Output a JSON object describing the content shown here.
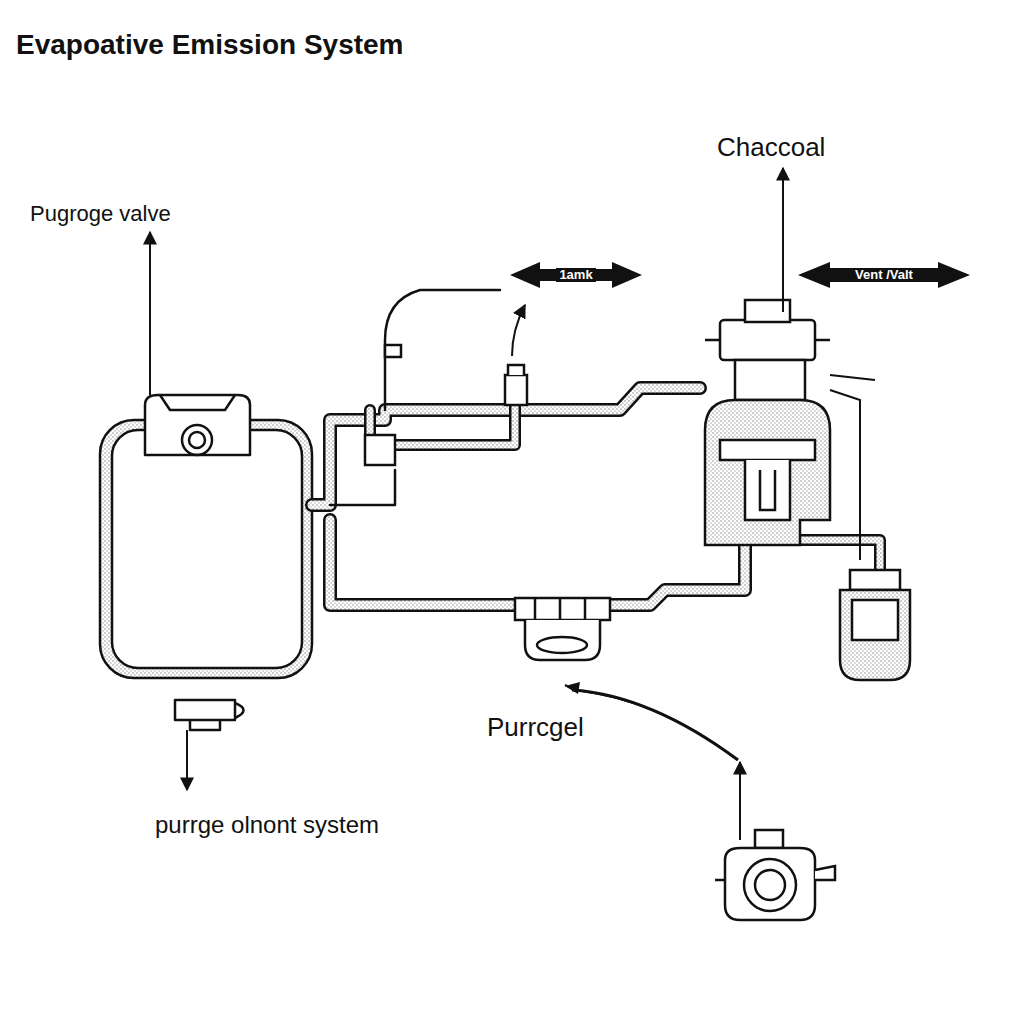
{
  "diagram": {
    "title": "Evapoative Emission System",
    "labels": [
      "Pugroge valve",
      "Chaccoal",
      "1amk",
      "Vent /Valt",
      "Purrcgel",
      "purrge olnont system"
    ]
  }
}
